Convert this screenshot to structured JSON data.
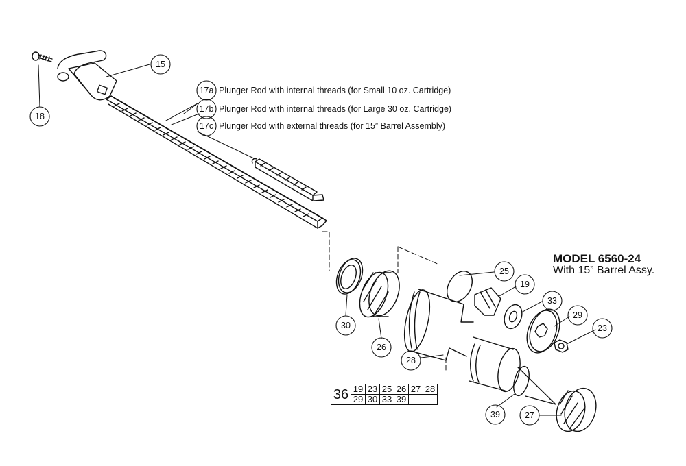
{
  "callouts": {
    "c15": "15",
    "c18": "18",
    "c17a": "17a",
    "c17b": "17b",
    "c17c": "17c",
    "c25": "25",
    "c19": "19",
    "c33": "33",
    "c29": "29",
    "c23": "23",
    "c30": "30",
    "c26": "26",
    "c28": "28",
    "c39": "39",
    "c27": "27"
  },
  "rod_labels": {
    "a": "Plunger Rod with internal threads (for Small 10 oz. Cartridge)",
    "b": "Plunger Rod with internal threads (for Large 30 oz. Cartridge)",
    "c": "Plunger Rod with external threads (for 15” Barrel Assembly)"
  },
  "model": {
    "title": "MODEL 6560-24",
    "subtitle": "With 15” Barrel Assy."
  },
  "kit_table": {
    "kit_no": "36",
    "row1": [
      "19",
      "23",
      "25",
      "26",
      "27",
      "28"
    ],
    "row2": [
      "29",
      "30",
      "33",
      "39",
      "",
      ""
    ]
  }
}
